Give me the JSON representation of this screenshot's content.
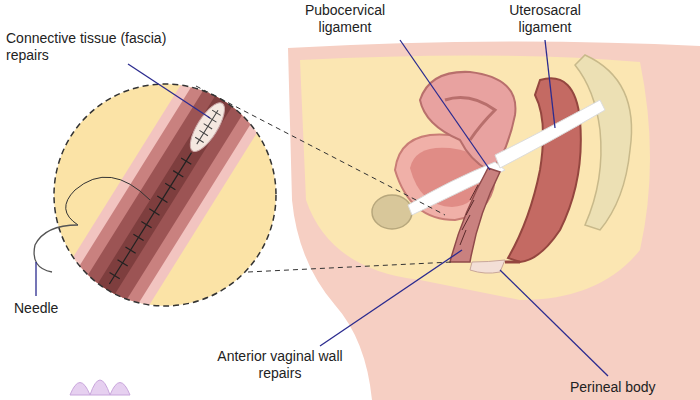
{
  "diagram": {
    "labels": [
      "Pubocervical ligament",
      "Uterosacral ligament",
      "Connective tissue (fascia) repairs",
      "Needle",
      "Anterior vaginal wall repairs",
      "Perineal body"
    ]
  }
}
